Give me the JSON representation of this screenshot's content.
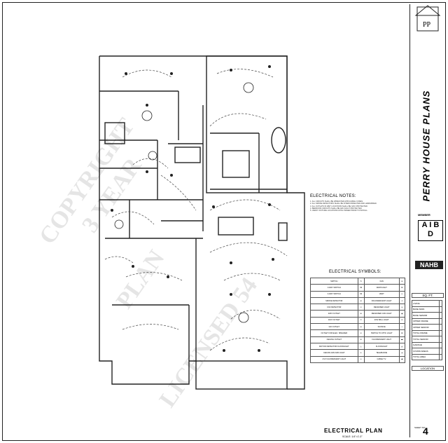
{
  "drawing": {
    "title": "ELECTRICAL PLAN",
    "scale": "SCALE: 1/4\"=1'-0\""
  },
  "notes": {
    "title": "ELECTRICAL NOTES:",
    "items": [
      "1. ALL CIRCUITS SHALL BE WIRED PER APPLICABLE CODES.",
      "2. ALL SMOKE DETECTORS SHALL BE INTERCONNECTED AND HARDWIRED.",
      "3. ALL OUTLETS IN WET LOCATIONS SHALL BE GFCI PROTECTED.",
      "4. BEDROOM CIRCUITS SHALL BE ARC FAULT PROTECTED.",
      "5. VERIFY FIXTURE LOCATIONS WITH OWNER PRIOR TO INSTALL."
    ]
  },
  "symbols": {
    "title": "ELECTRICAL SYMBOLS:",
    "rows": [
      [
        "SWITCH",
        "S",
        "FAN",
        "⊗"
      ],
      [
        "3-WAY SWITCH",
        "S3",
        "VENT/LIGHT",
        "⊠"
      ],
      [
        "4-WAY SWITCH",
        "S4",
        "VENT",
        "▭"
      ],
      [
        "SMOKE DETECTOR",
        "⊛",
        "INCANDESCENT LIGHT",
        "✦"
      ],
      [
        "CO2 DETECTOR",
        "⊙",
        "RECESSED LIGHT",
        "◎"
      ],
      [
        "220V OUTLET",
        "⊕",
        "RECESSED CAN LIGHT",
        "◉"
      ],
      [
        "110V OUTLET",
        "⦶",
        "EYE BALL LIGHT",
        "⊚"
      ],
      [
        "GFI OUTLET",
        "⊖",
        "SCONCE",
        "◐"
      ],
      [
        "OUTLET FOR ELEC. SPEAKER",
        "⊘",
        "SWITCH TO ATTIC LIGHT",
        "⊞"
      ],
      [
        "CEILING OUTLET",
        "⊗",
        "FLUORESCENT LIGHT",
        "▬"
      ],
      [
        "MOTION DETECTOR FLOODLIGHT",
        "◬",
        "FLOODLIGHT",
        "◭"
      ],
      [
        "CEILING FAN AND LIGHT",
        "✢",
        "TELEPHONE",
        "▲"
      ],
      [
        "4'x2' FLUORESCENT LIGHT",
        "▭",
        "CABLE T.V.",
        "◆"
      ]
    ]
  },
  "title_block": {
    "company": "PERRY HOUSE PLANS",
    "member": "MEMBER",
    "aibd": "A I B D",
    "nahb": "NAHB",
    "sqft_header": "SQ. FT.",
    "sqft_rows": [
      [
        "LIVING",
        ""
      ],
      [
        "BASE MAIN",
        ""
      ],
      [
        "BASE SENIOR",
        ""
      ],
      [
        "UPPER FRAME",
        ""
      ],
      [
        "UPPER SENIOR",
        ""
      ],
      [
        "TOTAL FRAME",
        ""
      ],
      [
        "TOTAL SENIOR",
        ""
      ],
      [
        "GARAGE",
        ""
      ],
      [
        "COVRD AREAS",
        ""
      ],
      [
        "TOTAL AREA",
        ""
      ]
    ],
    "location_header": "LOCATION",
    "sheet_label": "SHEET NO.",
    "sheet_number": "4"
  },
  "watermark": [
    "COPYRIGHT",
    "3 YEAR",
    "PLAN",
    "LICENSED 54"
  ]
}
